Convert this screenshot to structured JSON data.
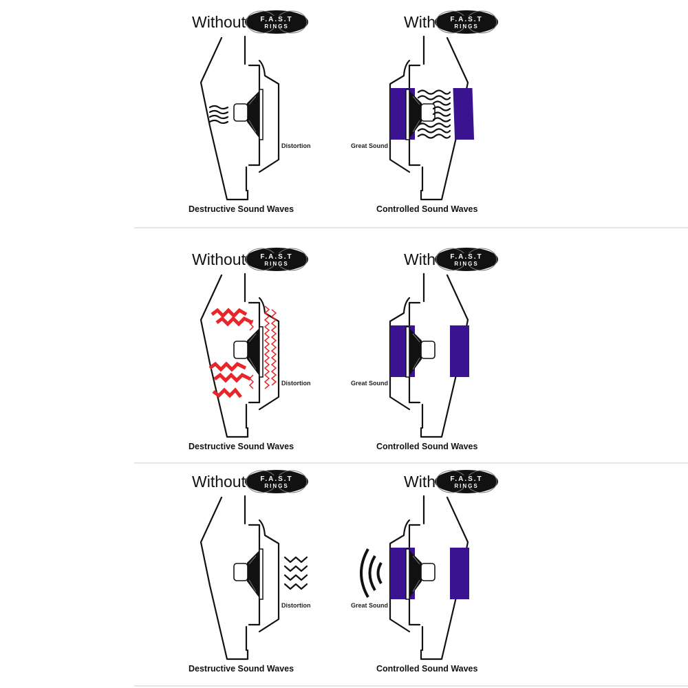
{
  "brand": "F.A.S.T RINGS",
  "colors": {
    "foam": "#3a1490",
    "heat": "#e8262a",
    "line": "#111111",
    "divider": "#cccccc"
  },
  "panels": [
    {
      "left_title": "Without",
      "right_title": "With",
      "left_label": "Distortion",
      "right_label": "Great Sound",
      "left_caption": "Destructive Sound Waves",
      "right_caption": "Controlled Sound Waves"
    },
    {
      "left_title": "Without",
      "right_title": "With",
      "left_label": "Distortion",
      "right_label": "Great Sound",
      "left_caption": "Destructive Sound Waves",
      "right_caption": "Controlled Sound Waves"
    },
    {
      "left_title": "Without",
      "right_title": "With",
      "left_label": "Distortion",
      "right_label": "Great Sound",
      "left_caption": "Destructive Sound Waves",
      "right_caption": "Controlled Sound Waves"
    }
  ],
  "logo": {
    "line1": "F.A.S.T",
    "line2": "RINGS"
  }
}
